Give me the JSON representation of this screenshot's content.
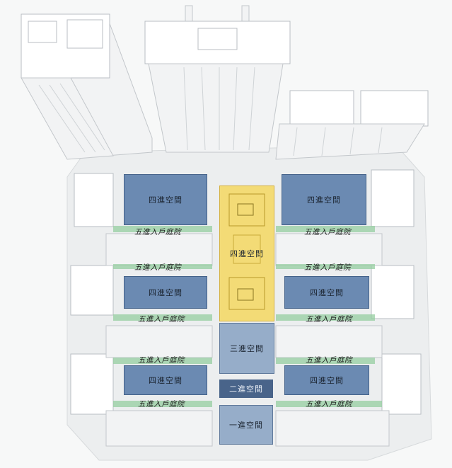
{
  "zones": {
    "four_space": "四進空間",
    "three_space": "三進空間",
    "two_space": "二進空間",
    "one_space": "一進空間"
  },
  "courtyard": {
    "label": "五進入戶庭院"
  },
  "colors": {
    "public_space_blue": "#466ea0",
    "core_axis_yellow": "#f5d446",
    "courtyard_green": "#96cda0"
  }
}
